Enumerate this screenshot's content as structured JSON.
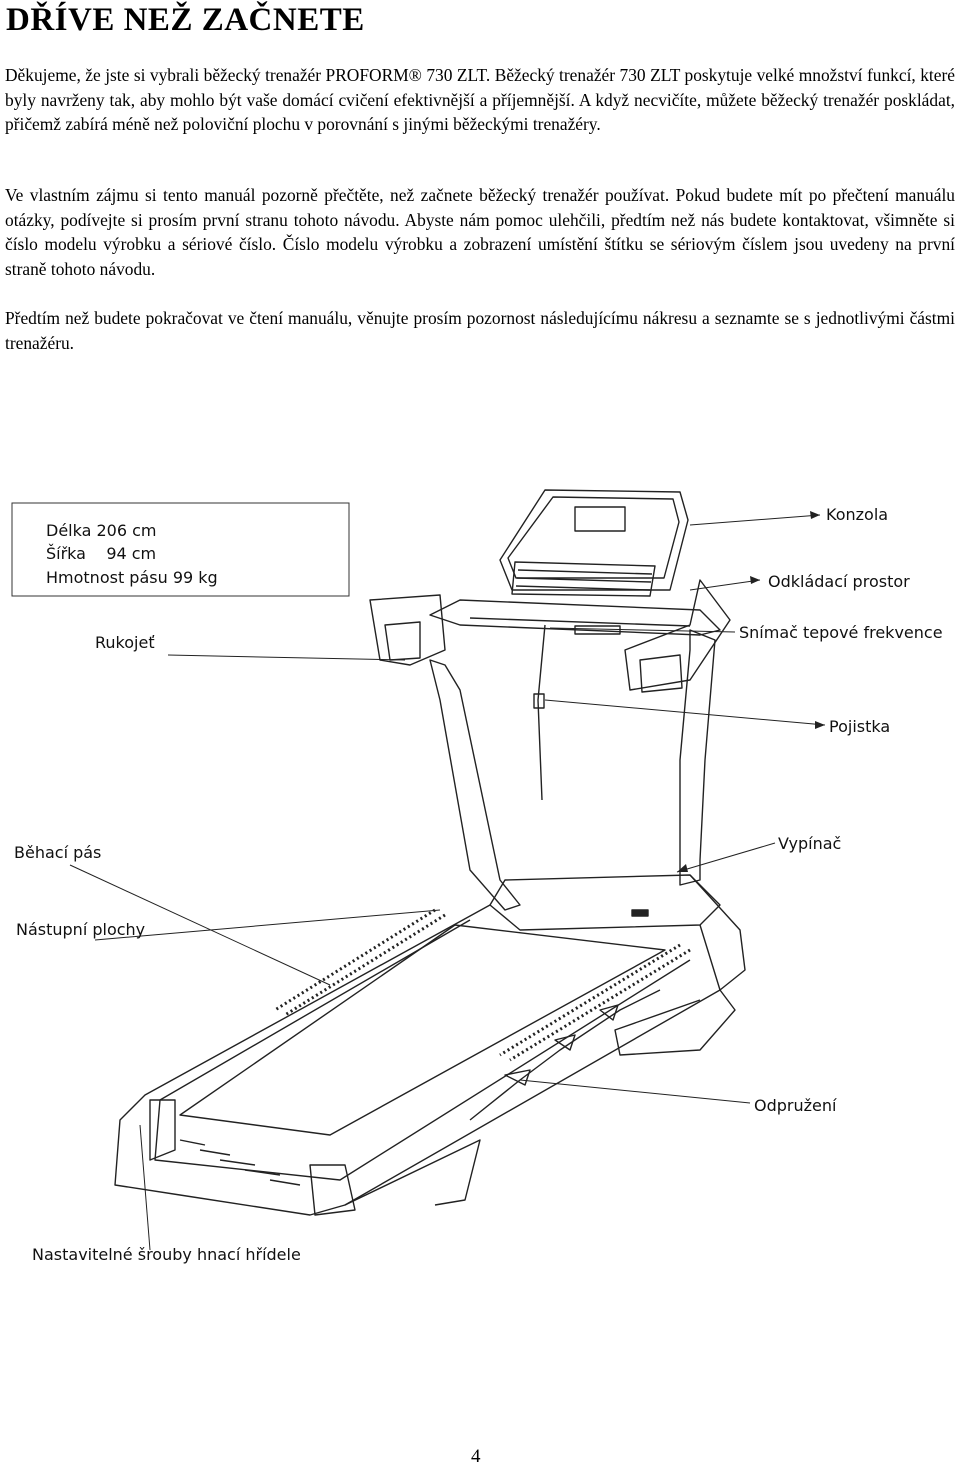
{
  "heading": "DŘÍVE NEŽ ZAČNETE",
  "paragraphs": [
    "Děkujeme, že jste si vybrali běžecký trenažér PROFORM® 730 ZLT. Běžecký trenažér 730 ZLT poskytuje velké množství funkcí, které byly navrženy tak, aby mohlo být vaše domácí cvičení efektivnější a příjemnější. A když necvičíte, můžete běžecký trenažér poskládat, přičemž zabírá méně než poloviční plochu v porovnání s jinými běžeckými trenažéry.",
    "Ve vlastním zájmu si tento manuál pozorně přečtěte, než začnete běžecký trenažér používat. Pokud budete mít po přečtení manuálu otázky, podívejte si prosím první stranu tohoto návodu. Abyste nám pomoc ulehčili, předtím než nás budete kontaktovat, všimněte si číslo modelu výrobku a sériové číslo. Číslo modelu výrobku a zobrazení umístění štítku se sériovým číslem jsou uvedeny na první straně tohoto návodu.",
    "Předtím než budete pokračovat ve čtení manuálu, věnujte prosím pozornost následujícímu nákresu a seznamte se s jednotlivými částmi trenažéru."
  ],
  "specs": {
    "length": "Délka 206 cm",
    "width": "Šířka    94 cm",
    "weight": "Hmotnost pásu 99 kg"
  },
  "labels": {
    "console": "Konzola",
    "storage": "Odkládací prostor",
    "heart_rate": "Snímač tepové frekvence",
    "handrail": "Rukojeť",
    "safety_key": "Pojistka",
    "switch": "Vypínač",
    "belt": "Běhací pás",
    "foot_rails": "Nástupní plochy",
    "suspension": "Odpružení",
    "roller_bolts": "Nastavitelné šrouby hnací hřídele"
  },
  "page_number": "4"
}
